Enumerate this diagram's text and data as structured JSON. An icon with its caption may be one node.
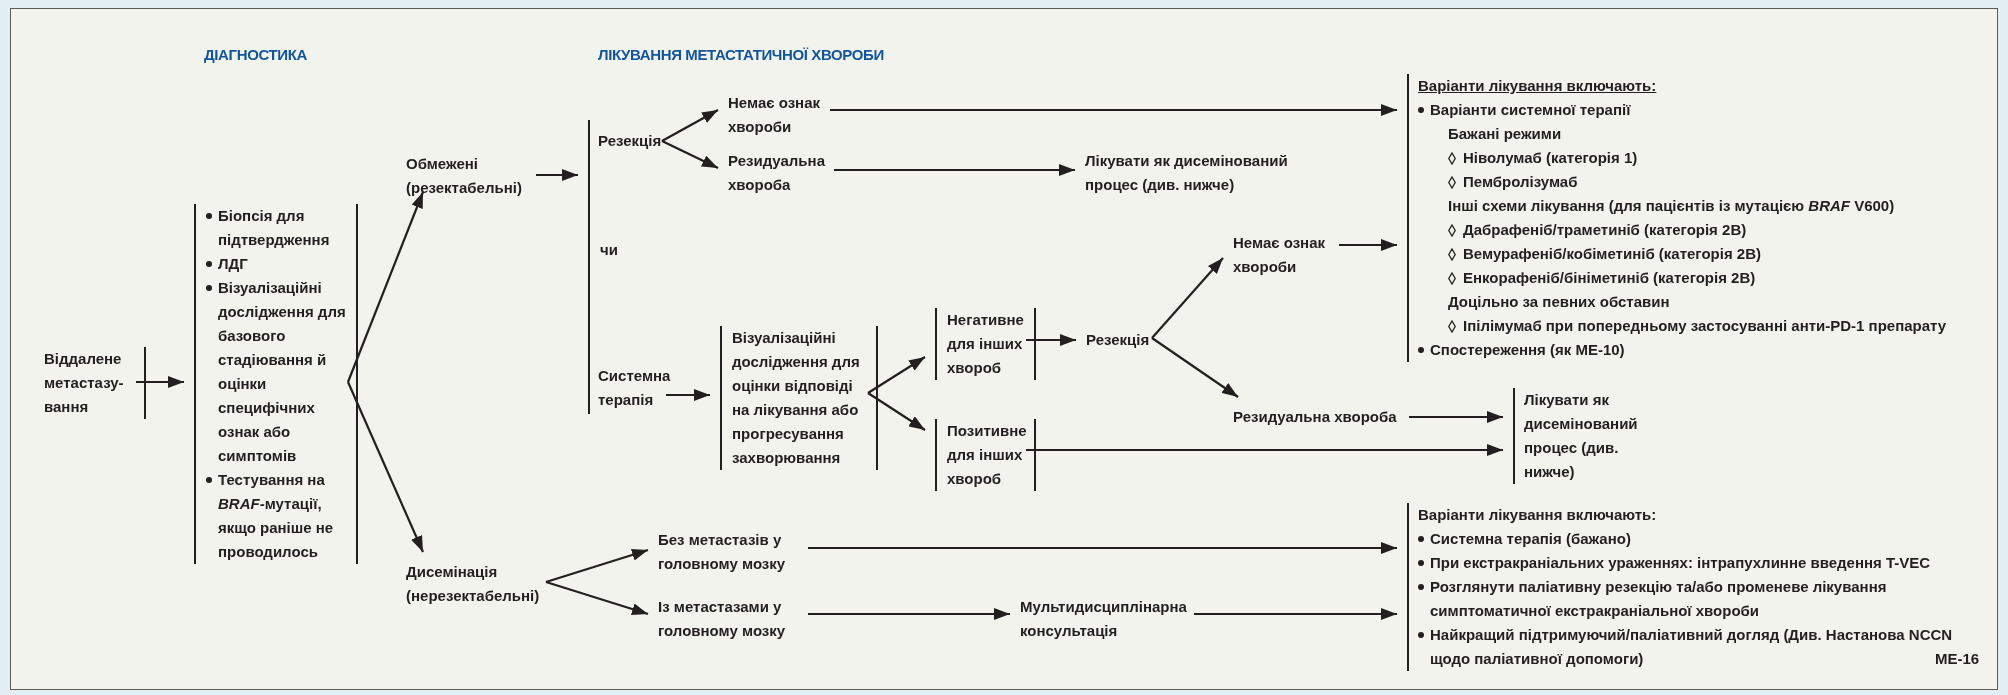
{
  "diagram": {
    "nodes": [
      {
        "text": [
          "Віддалене метастазу-вання"
        ]
      },
      {
        "text": [
          "Біопсія для підтвердження",
          "ЛДГ",
          "Візуалізаційні дослідження для базового стадіювання й оцінки специфічних ознак або симптомів",
          "Тестування на *BRAF*-мутації, якщо раніше не проводилось"
        ]
      },
      {
        "text": [
          "Обмежені (резектабельні)"
        ]
      },
      {
        "text": [
          "Дисемінація (нерезектабельні)"
        ]
      },
      {
        "text": [
          "чи"
        ]
      },
      {
        "text": [
          "Резекція"
        ],
        "in": 4
      },
      {
        "text": [
          "Системна терапія"
        ],
        "in": 4
      },
      {
        "text": [
          "Немає ознак хвороби"
        ]
      },
      {
        "text": [
          "Резидуальна хвороба"
        ]
      },
      {
        "text": [
          "Лікувати як дисемінований процес (див. нижче)"
        ]
      },
      {
        "text": [
          "Візуалізаційні дослідження для оцінки відповіді на лікування або прогресування захворювання"
        ]
      },
      {
        "text": [
          "Негативне для інших хвороб"
        ]
      },
      {
        "text": [
          "Позитивне для інших хвороб"
        ]
      },
      {
        "text": [
          "Резекція"
        ]
      },
      {
        "text": [
          "Немає ознак хвороби"
        ]
      },
      {
        "text": [
          "Резидуальна хвороба"
        ]
      },
      {
        "text": [
          "Варіанти лікування включають:",
          "Варіанти системної терапії",
          "Бажані режими",
          "Ніволумаб (категорія 1)",
          "Пембролізумаб",
          "Інші схеми лікування (для пацієнтів із мутацією *BRAF* V600)",
          "Дабрафеніб/траметиніб (категорія 2B)",
          "Вемурафеніб/кобіметиніб (категорія 2B)",
          "Енкорафеніб/бініметиніб (категорія 2B)",
          "Доцільно за певних обставин",
          "Іпілімумаб при попередньому застосуванні анти-PD-1 препарату",
          "Спостереження (як ME-10)"
        ]
      },
      {
        "text": [
          "Лікувати як дисемінований процес (див. нижче)"
        ]
      },
      {
        "text": [
          "Без метастазів у головному мозку"
        ]
      },
      {
        "text": [
          "Із метастазами у головному мозку"
        ]
      },
      {
        "text": [
          "Мультидисциплінарна консультація"
        ]
      },
      {
        "text": [
          "Варіанти лікування включають:",
          "Системна терапія (бажано)",
          "При екстракраніальних ураженнях: інтрапухлинне введення T-VEC",
          "Розглянути паліативну резекцію та/або променеве лікування симптоматичної екстракраніальної хвороби",
          "Найкращий підтримуючий/паліативний догляд (Див. Настанова NCCN щодо паліативної допомоги)"
        ]
      }
    ],
    "edges": [
      {
        "from": 0,
        "to": 1,
        "arrow": "to"
      },
      {
        "from": 1,
        "to": 2,
        "arrow": "to"
      },
      {
        "from": 1,
        "to": 3,
        "arrow": "to"
      },
      {
        "from": 2,
        "to": 4,
        "arrow": "to"
      },
      {
        "from": 5,
        "to": 7,
        "arrow": "to"
      },
      {
        "from": 5,
        "to": 8,
        "arrow": "to"
      },
      {
        "from": 7,
        "to": 16,
        "arrow": "to"
      },
      {
        "from": 8,
        "to": 9,
        "arrow": "to"
      },
      {
        "from": 6,
        "to": 10,
        "arrow": "to"
      },
      {
        "from": 10,
        "to": 11,
        "arrow": "to"
      },
      {
        "from": 10,
        "to": 12,
        "arrow": "to"
      },
      {
        "from": 11,
        "to": 13,
        "arrow": "to"
      },
      {
        "from": 13,
        "to": 14,
        "arrow": "to"
      },
      {
        "from": 13,
        "to": 15,
        "arrow": "to"
      },
      {
        "from": 14,
        "to": 16,
        "arrow": "to"
      },
      {
        "from": 15,
        "to": 17,
        "arrow": "to"
      },
      {
        "from": 12,
        "to": 17,
        "arrow": "to"
      },
      {
        "from": 3,
        "to": 18,
        "arrow": "to"
      },
      {
        "from": 3,
        "to": 19,
        "arrow": "to"
      },
      {
        "from": 18,
        "to": 21,
        "arrow": "to"
      },
      {
        "from": 19,
        "to": 20,
        "arrow": "to"
      },
      {
        "from": 20,
        "to": 21,
        "arrow": "to"
      }
    ],
    "labels": [
      "ДІАГНОСТИКА",
      "ЛІКУВАННЯ МЕТАСТАТИЧНОЇ ХВОРОБИ",
      "ME-16"
    ]
  }
}
